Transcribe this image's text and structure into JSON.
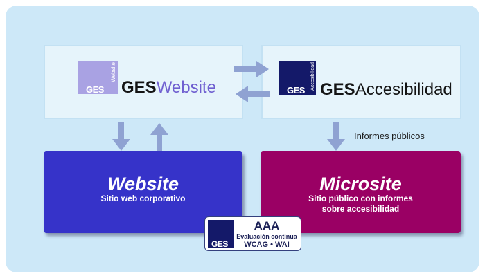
{
  "top_left": {
    "logo_mark": "GES",
    "logo_vertical": "Website",
    "brand_bold": "GES",
    "brand_rest": "Website"
  },
  "top_right": {
    "logo_mark": "GES",
    "logo_vertical": "Accesibilidad",
    "brand_bold": "GES",
    "brand_rest": "Accesibilidad"
  },
  "website": {
    "title": "Website",
    "subtitle": "Sitio web corporativo"
  },
  "microsite": {
    "title": "Microsite",
    "subtitle_line1": "Sitio público con informes",
    "subtitle_line2": "sobre accesibilidad"
  },
  "connector_label": "Informes públicos",
  "badge": {
    "logo_mark": "GES",
    "level": "AAA",
    "line1": "Evaluación continua",
    "line2": "WCAG • WAI"
  },
  "colors": {
    "panel": "#cde8f8",
    "light_box": "#e6f4fb",
    "arrow": "#8fa2d2",
    "website": "#3633c9",
    "microsite": "#9a0064",
    "website_logo": "#a9a2e3",
    "accesibilidad_logo": "#141969",
    "website_brand_text": "#6f5fd0"
  }
}
